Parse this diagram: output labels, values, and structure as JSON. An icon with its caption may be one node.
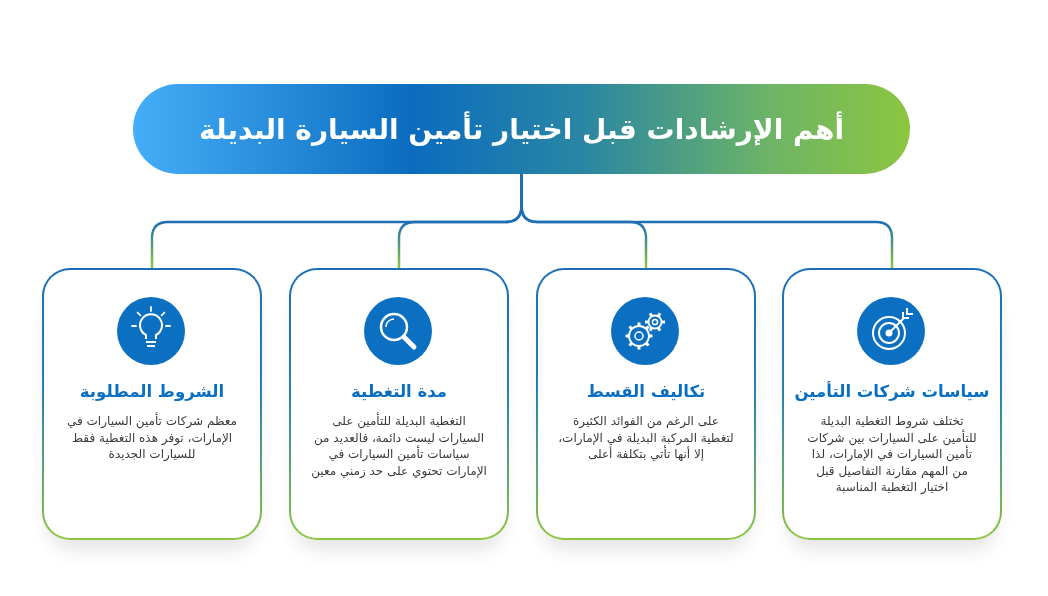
{
  "diagram": {
    "nodes": [
      {
        "text": [
          "أهم الإرشادات قبل اختيار تأمين السيارة البديلة"
        ]
      },
      {
        "text": [
          "سياسات شركات التأمين",
          "تختلف شروط التغطية البديلة للتأمين على السيارات بين شركات تأمين السيارات في الإمارات، لذا من المهم مقارنة التفاصيل قبل اختيار التغطية المناسبة"
        ]
      },
      {
        "text": [
          "تكاليف القسط",
          "على الرغم من الفوائد الكثيرة لتغطية المركبة البديلة في الإمارات، إلا أنها تأتي بتكلفة أعلى"
        ]
      },
      {
        "text": [
          "مدة التغطية",
          "التغطية البديلة للتأمين على السيارات ليست دائمة، فالعديد من سياسات تأمين السيارات في الإمارات تحتوي على حد زمني معين"
        ]
      },
      {
        "text": [
          "الشروط المطلوبة",
          "معظم شركات تأمين السيارات في الإمارات، توفر هذه التغطية فقط للسيارات الجديدة"
        ]
      }
    ],
    "edges": [
      {
        "from": 0,
        "to": 1,
        "arrow": "none"
      },
      {
        "from": 0,
        "to": 2,
        "arrow": "none"
      },
      {
        "from": 0,
        "to": 3,
        "arrow": "none"
      },
      {
        "from": 0,
        "to": 4,
        "arrow": "none"
      }
    ]
  }
}
